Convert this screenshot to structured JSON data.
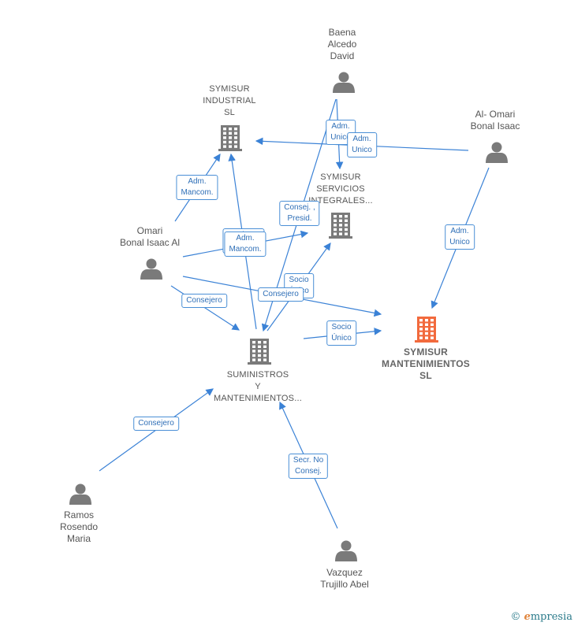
{
  "colors": {
    "edge": "#3b82d6",
    "person": "#7a7a7a",
    "company": "#7a7a7a",
    "highlight": "#f26a3d",
    "label_border": "#4a8fd6"
  },
  "nodes": [
    {
      "id": "baena",
      "type": "person",
      "label": "Baena\nAlcedo\nDavid",
      "icon": "person-icon"
    },
    {
      "id": "symisur_ind",
      "type": "company",
      "label": "SYMISUR\nINDUSTRIAL\nSL",
      "icon": "building-icon"
    },
    {
      "id": "alomari",
      "type": "person",
      "label": "Al- Omari\nBonal Isaac",
      "icon": "person-icon"
    },
    {
      "id": "symisur_serv",
      "type": "company",
      "label": "SYMISUR\nSERVICIOS\nINTEGRALES...",
      "icon": "building-icon"
    },
    {
      "id": "omari",
      "type": "person",
      "label": "Omari\nBonal Isaac Al",
      "icon": "person-icon"
    },
    {
      "id": "symisur_mant",
      "type": "main",
      "label": "SYMISUR\nMANTENIMIENTOS\nSL",
      "icon": "building-icon"
    },
    {
      "id": "suministros",
      "type": "company",
      "label": "SUMINISTROS\nY\nMANTENIMIENTOS...",
      "icon": "building-icon"
    },
    {
      "id": "ramos",
      "type": "person",
      "label": "Ramos\nRosendo\nMaria",
      "icon": "person-icon"
    },
    {
      "id": "vazquez",
      "type": "person",
      "label": "Vazquez\nTrujillo Abel",
      "icon": "person-icon"
    }
  ],
  "edges": [
    {
      "id": "e1",
      "label": "Adm.\nUnico"
    },
    {
      "id": "e2",
      "label": "Adm.\nUnico"
    },
    {
      "id": "e3",
      "label": "Adm.\nUnico"
    },
    {
      "id": "e4",
      "label": "Adm.\nMancom."
    },
    {
      "id": "e5",
      "label": "Consej. ,\nPresid."
    },
    {
      "id": "e6",
      "label": "Adm.\nMancom."
    },
    {
      "id": "e7",
      "label": "Adm.\nMancom."
    },
    {
      "id": "e8",
      "label": "Socio\nÚnico"
    },
    {
      "id": "e9",
      "label": "Consejero"
    },
    {
      "id": "e10",
      "label": "Socio\nÚnico"
    },
    {
      "id": "e11",
      "label": "Consejero"
    },
    {
      "id": "e12",
      "label": "Secr.  No\nConsej."
    }
  ],
  "brand": {
    "symbol": "©",
    "initial": "e",
    "rest": "mpresia"
  }
}
